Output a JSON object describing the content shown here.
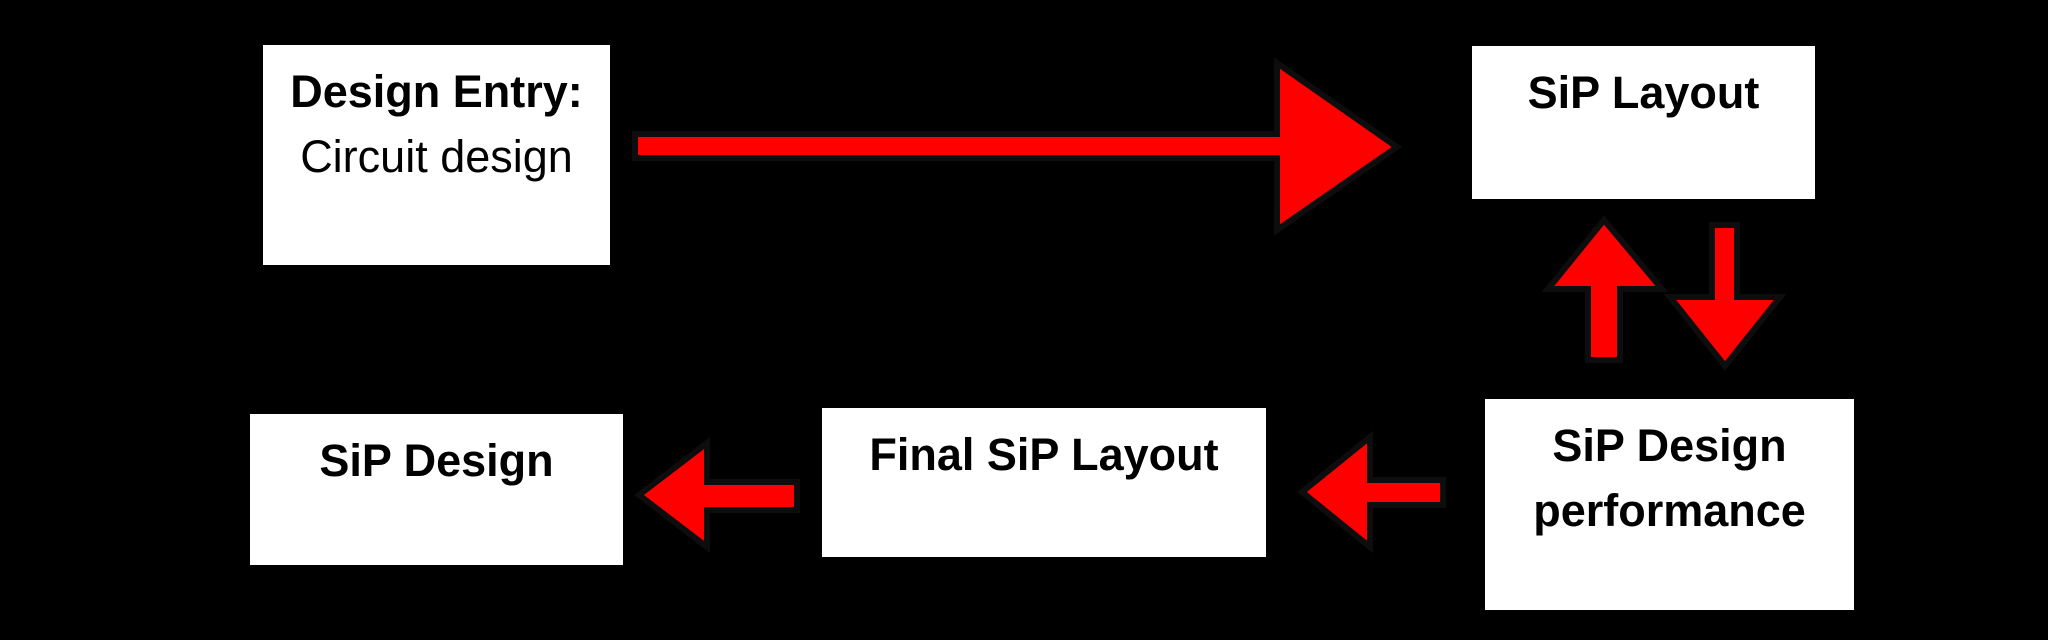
{
  "colors": {
    "background": "#000000",
    "box_fill": "#ffffff",
    "box_text": "#000000",
    "arrow_fill": "#ff0000",
    "arrow_outline": "#0d0d0d"
  },
  "nodes": {
    "design_entry": {
      "line1": "Design Entry:",
      "line2": "Circuit design"
    },
    "sip_layout": {
      "label": "SiP Layout"
    },
    "sip_design_performance": {
      "line1": "SiP Design",
      "line2": "performance"
    },
    "final_sip_layout": {
      "label": "Final SiP Layout"
    },
    "sip_design": {
      "label": "SiP Design"
    }
  },
  "edges": [
    {
      "from": "Design Entry: Circuit design",
      "to": "SiP Layout",
      "direction": "right"
    },
    {
      "from": "SiP Design performance",
      "to": "SiP Layout",
      "direction": "up"
    },
    {
      "from": "SiP Layout",
      "to": "SiP Design performance",
      "direction": "down"
    },
    {
      "from": "SiP Design performance",
      "to": "Final SiP Layout",
      "direction": "left"
    },
    {
      "from": "Final SiP Layout",
      "to": "SiP Design",
      "direction": "left"
    }
  ]
}
